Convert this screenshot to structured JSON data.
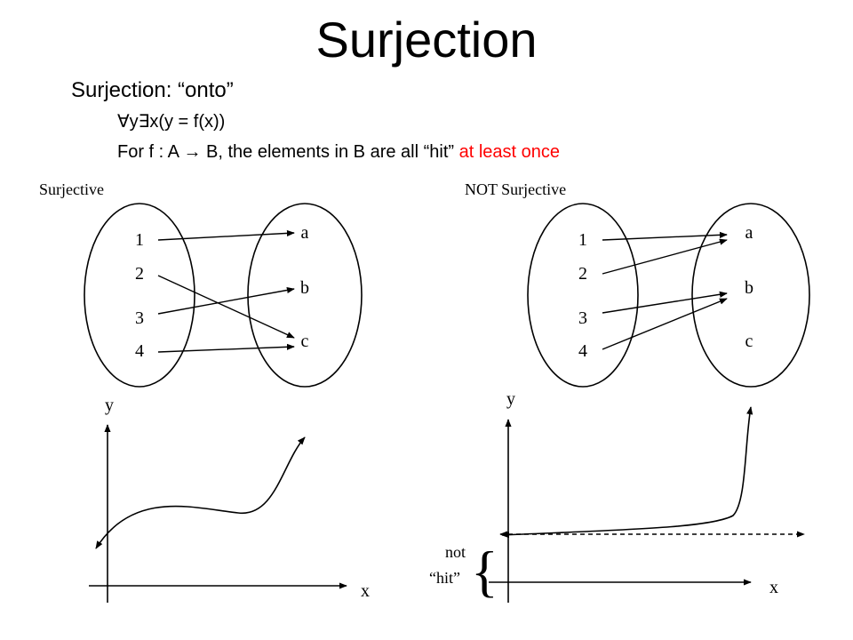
{
  "title": "Surjection",
  "subtitle": "Surjection: “onto”",
  "formula": "∀y∃x(y = f(x))",
  "description": {
    "prefix": "For f : A → B, the elements in B are all “hit” ",
    "highlight": "at least once",
    "highlight_color": "#ff0000"
  },
  "diagram_left": {
    "label": "Surjective",
    "domain": [
      "1",
      "2",
      "3",
      "4"
    ],
    "codomain": [
      "a",
      "b",
      "c"
    ],
    "mapping": [
      [
        "1",
        "a"
      ],
      [
        "2",
        "c"
      ],
      [
        "3",
        "b"
      ],
      [
        "4",
        "c"
      ]
    ]
  },
  "diagram_right": {
    "label": "NOT Surjective",
    "domain": [
      "1",
      "2",
      "3",
      "4"
    ],
    "codomain": [
      "a",
      "b",
      "c"
    ],
    "mapping": [
      [
        "1",
        "a"
      ],
      [
        "2",
        "a"
      ],
      [
        "3",
        "b"
      ],
      [
        "4",
        "b"
      ]
    ]
  },
  "graph_left": {
    "x_label": "x",
    "y_label": "y"
  },
  "graph_right": {
    "x_label": "x",
    "y_label": "y",
    "annotation_line1": "not",
    "annotation_line2": "“hit”",
    "brace": "{"
  }
}
